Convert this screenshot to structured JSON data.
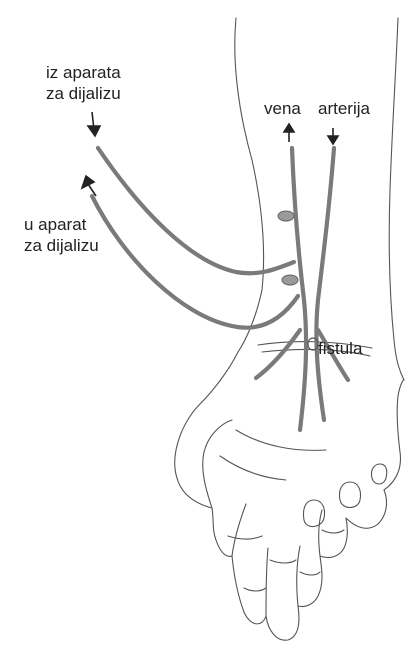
{
  "labels": {
    "from_machine": [
      "iz aparata",
      "za dijalizu"
    ],
    "to_machine": [
      "u aparat",
      "za dijalizu"
    ],
    "vein": "vena",
    "artery": "arterija",
    "fistula": "fistula"
  },
  "colors": {
    "outline": "#555555",
    "vessel": "#7a7a7a",
    "text": "#222222"
  }
}
